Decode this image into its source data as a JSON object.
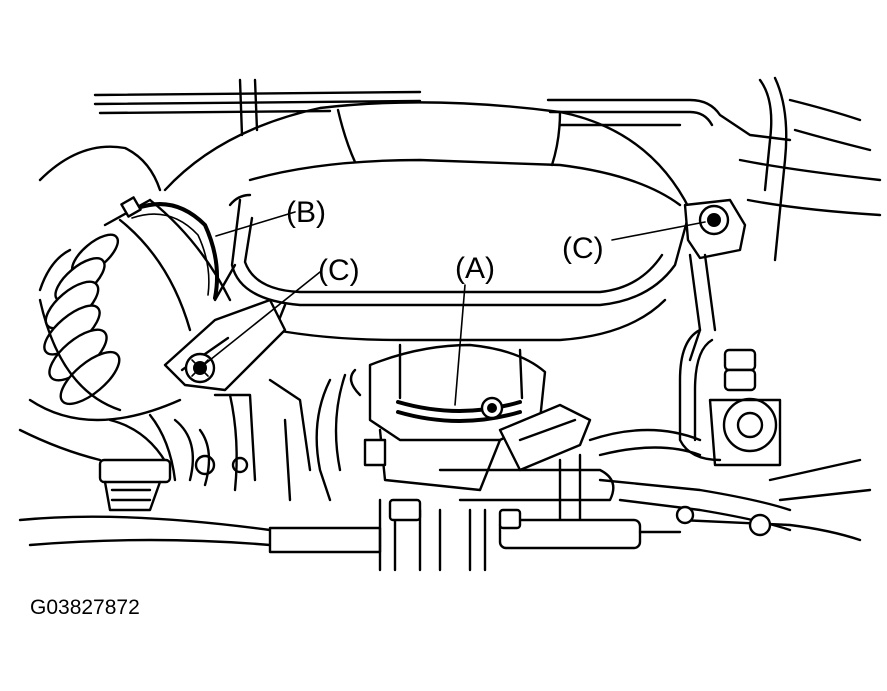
{
  "figure_id": "G03827872",
  "callouts": {
    "b": "(B)",
    "c_left": "(C)",
    "a": "(A)",
    "c_right": "(C)"
  }
}
